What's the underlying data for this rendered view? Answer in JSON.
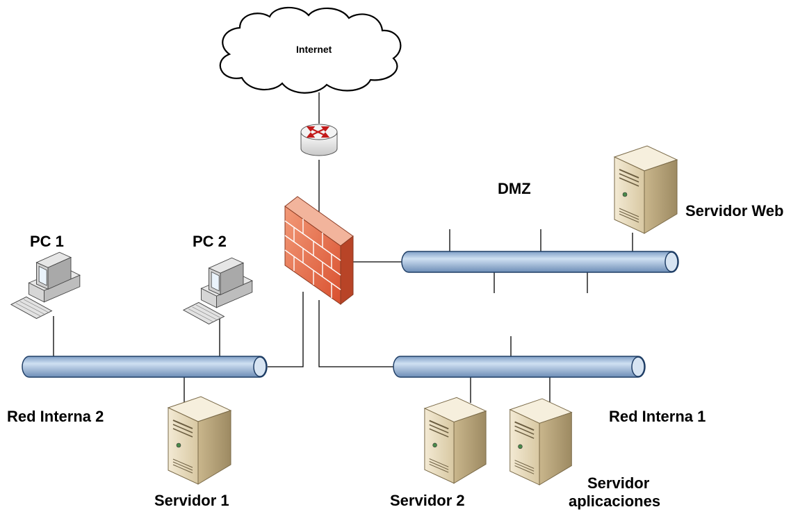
{
  "labels": {
    "internet": "Internet",
    "dmz": "DMZ",
    "servidor_web": "Servidor Web",
    "pc1": "PC 1",
    "pc2": "PC 2",
    "red_interna_2": "Red Interna 2",
    "red_interna_1": "Red Interna 1",
    "servidor_1": "Servidor 1",
    "servidor_2": "Servidor 2",
    "servidor_aplicaciones_line1": "Servidor",
    "servidor_aplicaciones_line2": "aplicaciones"
  },
  "colors": {
    "bus_fill": "#a9c2de",
    "bus_stroke": "#1f3e66",
    "firewall": "#e36a4a",
    "server_body": "#e4d6b5",
    "cloud": "#ffffff"
  }
}
